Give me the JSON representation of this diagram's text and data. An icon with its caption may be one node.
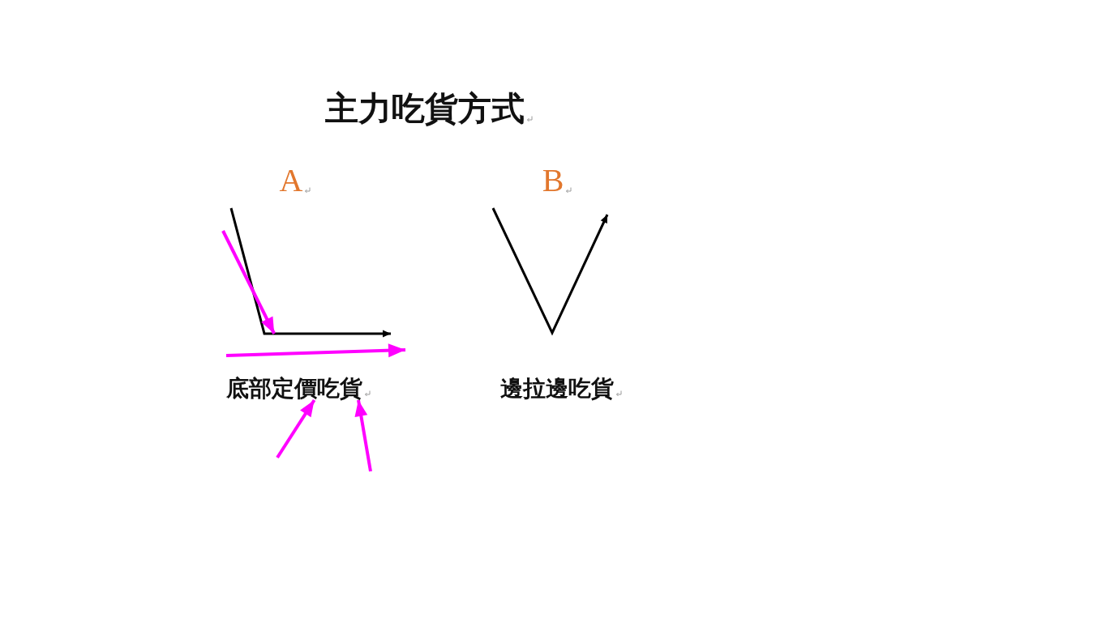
{
  "diagram": {
    "title": "主力吃貨方式",
    "nodes": [
      {
        "text": [],
        "shape": "picture"
      },
      {
        "text": [
          "底部定價吃貨"
        ]
      }
    ],
    "edges": [
      {
        "from": null,
        "to": 0,
        "arrow": "to",
        "color": "#ff00ff"
      },
      {
        "from": null,
        "to": 1,
        "arrow": "to",
        "color": "#ff00ff"
      },
      {
        "from": null,
        "to": 1,
        "arrow": "to",
        "color": "#ff00ff"
      }
    ],
    "labels": [
      "A",
      "B",
      "邊拉邊吃貨"
    ]
  }
}
